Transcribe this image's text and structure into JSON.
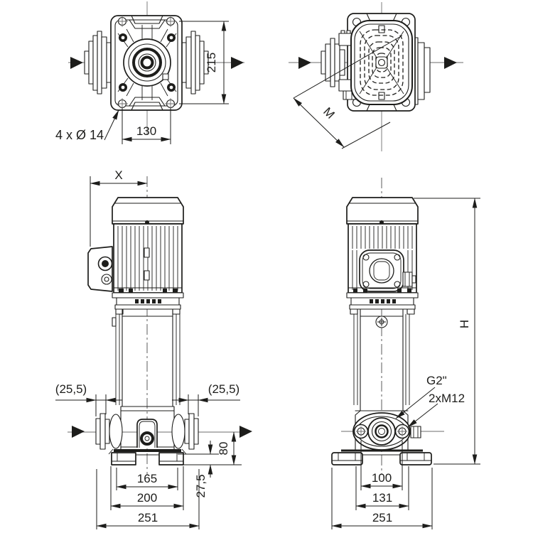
{
  "drawing": {
    "title": "pump-dimensional-drawing",
    "colors": {
      "line": "#1d1d1b",
      "centerline": "#6e6e6e",
      "background": "#ffffff"
    },
    "views": {
      "top_left": {
        "name": "pump-head-top-view",
        "dims": {
          "height": "215",
          "hole_spacing": "130",
          "holes": "4 x Ø 14"
        }
      },
      "top_right": {
        "name": "motor-top-view",
        "dims": {
          "diagonal": "M"
        }
      },
      "bottom_left": {
        "name": "pump-front-view",
        "dims": {
          "x": "X",
          "left_offset": "(25,5)",
          "right_offset": "(25,5)",
          "port_axis_height": "80",
          "base_height": "27,5",
          "tie_width": "165",
          "foot_width": "200",
          "overall_width": "251"
        }
      },
      "bottom_right": {
        "name": "pump-side-view",
        "dims": {
          "port_thread": "G2\"",
          "tapped_holes": "2xM12",
          "overall_height": "H",
          "bolt_spacing": "100",
          "housing_width": "131",
          "base_width": "251"
        }
      }
    }
  }
}
